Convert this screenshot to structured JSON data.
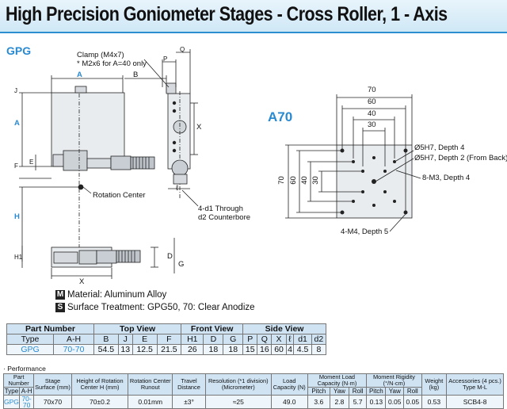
{
  "title": "High Precision Goniometer Stages - Cross Roller, 1 - Axis",
  "series_label": "GPG",
  "variant_label": "A70",
  "drawing_labels": {
    "clamp": "Clamp (M4x7)",
    "clamp_note": "* M2x6 for A=40 only",
    "rotation_center": "Rotation Center",
    "through": "4-d1 Through",
    "counterbore": "d2 Counterbore",
    "a": "A",
    "b": "B",
    "j": "J",
    "e": "E",
    "f": "F",
    "h": "H",
    "h1": "H1",
    "p": "P",
    "q": "Q",
    "x": "X",
    "l": "ℓ",
    "d": "D",
    "g": "G"
  },
  "a70": {
    "dims_top": [
      "70",
      "60",
      "40",
      "30"
    ],
    "dims_left": [
      "70",
      "60",
      "40",
      "30"
    ],
    "callout1": "Ø5H7, Depth 4",
    "callout2": "Ø5H7, Depth 2 (From Back)",
    "callout3": "8-M3, Depth 4",
    "callout4": "4-M4, Depth 5"
  },
  "notes": {
    "m_letter": "M",
    "s_letter": "S",
    "material": "Material: Aluminum Alloy",
    "surface": "Surface Treatment: GPG50, 70: Clear Anodize"
  },
  "dim_table": {
    "h_part_number": "Part Number",
    "h_top_view": "Top View",
    "h_front_view": "Front View",
    "h_side_view": "Side View",
    "h_type": "Type",
    "h_ah": "A-H",
    "cols": [
      "B",
      "J",
      "E",
      "F",
      "H1",
      "D",
      "G",
      "P",
      "Q",
      "X",
      "ℓ",
      "d1",
      "d2"
    ],
    "row_type": "GPG",
    "row_ah": "70-70",
    "row_vals": [
      "54.5",
      "13",
      "12.5",
      "21.5",
      "26",
      "18",
      "18",
      "15",
      "16",
      "60",
      "4",
      "4.5",
      "8"
    ]
  },
  "perf": {
    "section_label": "· Performance",
    "h_part_number": "Part Number",
    "h_type": "Type",
    "h_ah": "A-H",
    "h_stage_surface": "Stage Surface (mm)",
    "h_height": "Height of Rotation Center H (mm)",
    "h_runout": "Rotation Center Runout",
    "h_travel": "Travel Distance",
    "h_resolution": "Resolution (*1 division) (Micrometer)",
    "h_load": "Load Capacity (N)",
    "h_moment_load": "Moment Load Capacity (N·m)",
    "h_rigidity": "Moment Rigidity (°/N·cm)",
    "h_weight": "Weight (kg)",
    "h_accessories": "Accessories (4 pcs.) Type M-L",
    "h_pitch": "Pitch",
    "h_yaw": "Yaw",
    "h_roll": "Roll",
    "row_type": "GPG",
    "row_ah": "70-70",
    "stage_surface": "70x70",
    "height": "70±0.2",
    "runout": "0.01mm",
    "travel": "±3°",
    "resolution": "≈25",
    "load": "49.0",
    "ml_pitch": "3.6",
    "ml_yaw": "2.8",
    "ml_roll": "5.7",
    "mr_pitch": "0.13",
    "mr_yaw": "0.05",
    "mr_roll": "0.05",
    "weight": "0.53",
    "accessories": "SCB4-8"
  }
}
